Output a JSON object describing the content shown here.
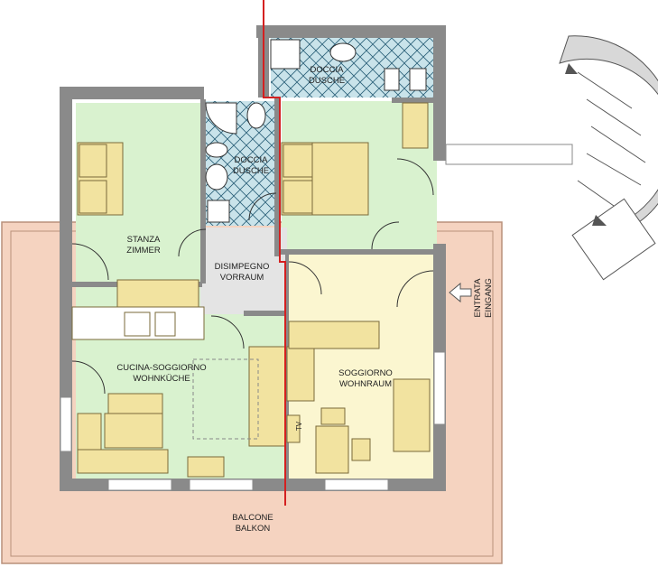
{
  "rooms": {
    "shower_top": [
      "DOCCIA",
      "DUSCHE"
    ],
    "shower_mid": [
      "DOCCIA",
      "DUSCHE"
    ],
    "bedroom": [
      "STANZA",
      "ZIMMER"
    ],
    "hallway": [
      "DISIMPEGNO",
      "VORRAUM"
    ],
    "kitchen": [
      "CUCINA-SOGGIORNO",
      "WOHNKÜCHE"
    ],
    "living": [
      "SOGGIORNO",
      "WOHNRAUM"
    ],
    "entrance": [
      "ENTRATA",
      "EINGANG"
    ],
    "balcony": [
      "BALCONE",
      "BALKON"
    ]
  },
  "tv_label": "TV",
  "colors": {
    "wall": "#8a8a8a",
    "balcony": "#f5d3c0",
    "bedroom_floor": "#d9f2cf",
    "living_floor": "#fbf6d0",
    "bath_floor": "#c9e3ea",
    "hallway_floor": "#e4e4e4",
    "furniture": "#f2e3a0",
    "divider_line": "#d42020"
  }
}
